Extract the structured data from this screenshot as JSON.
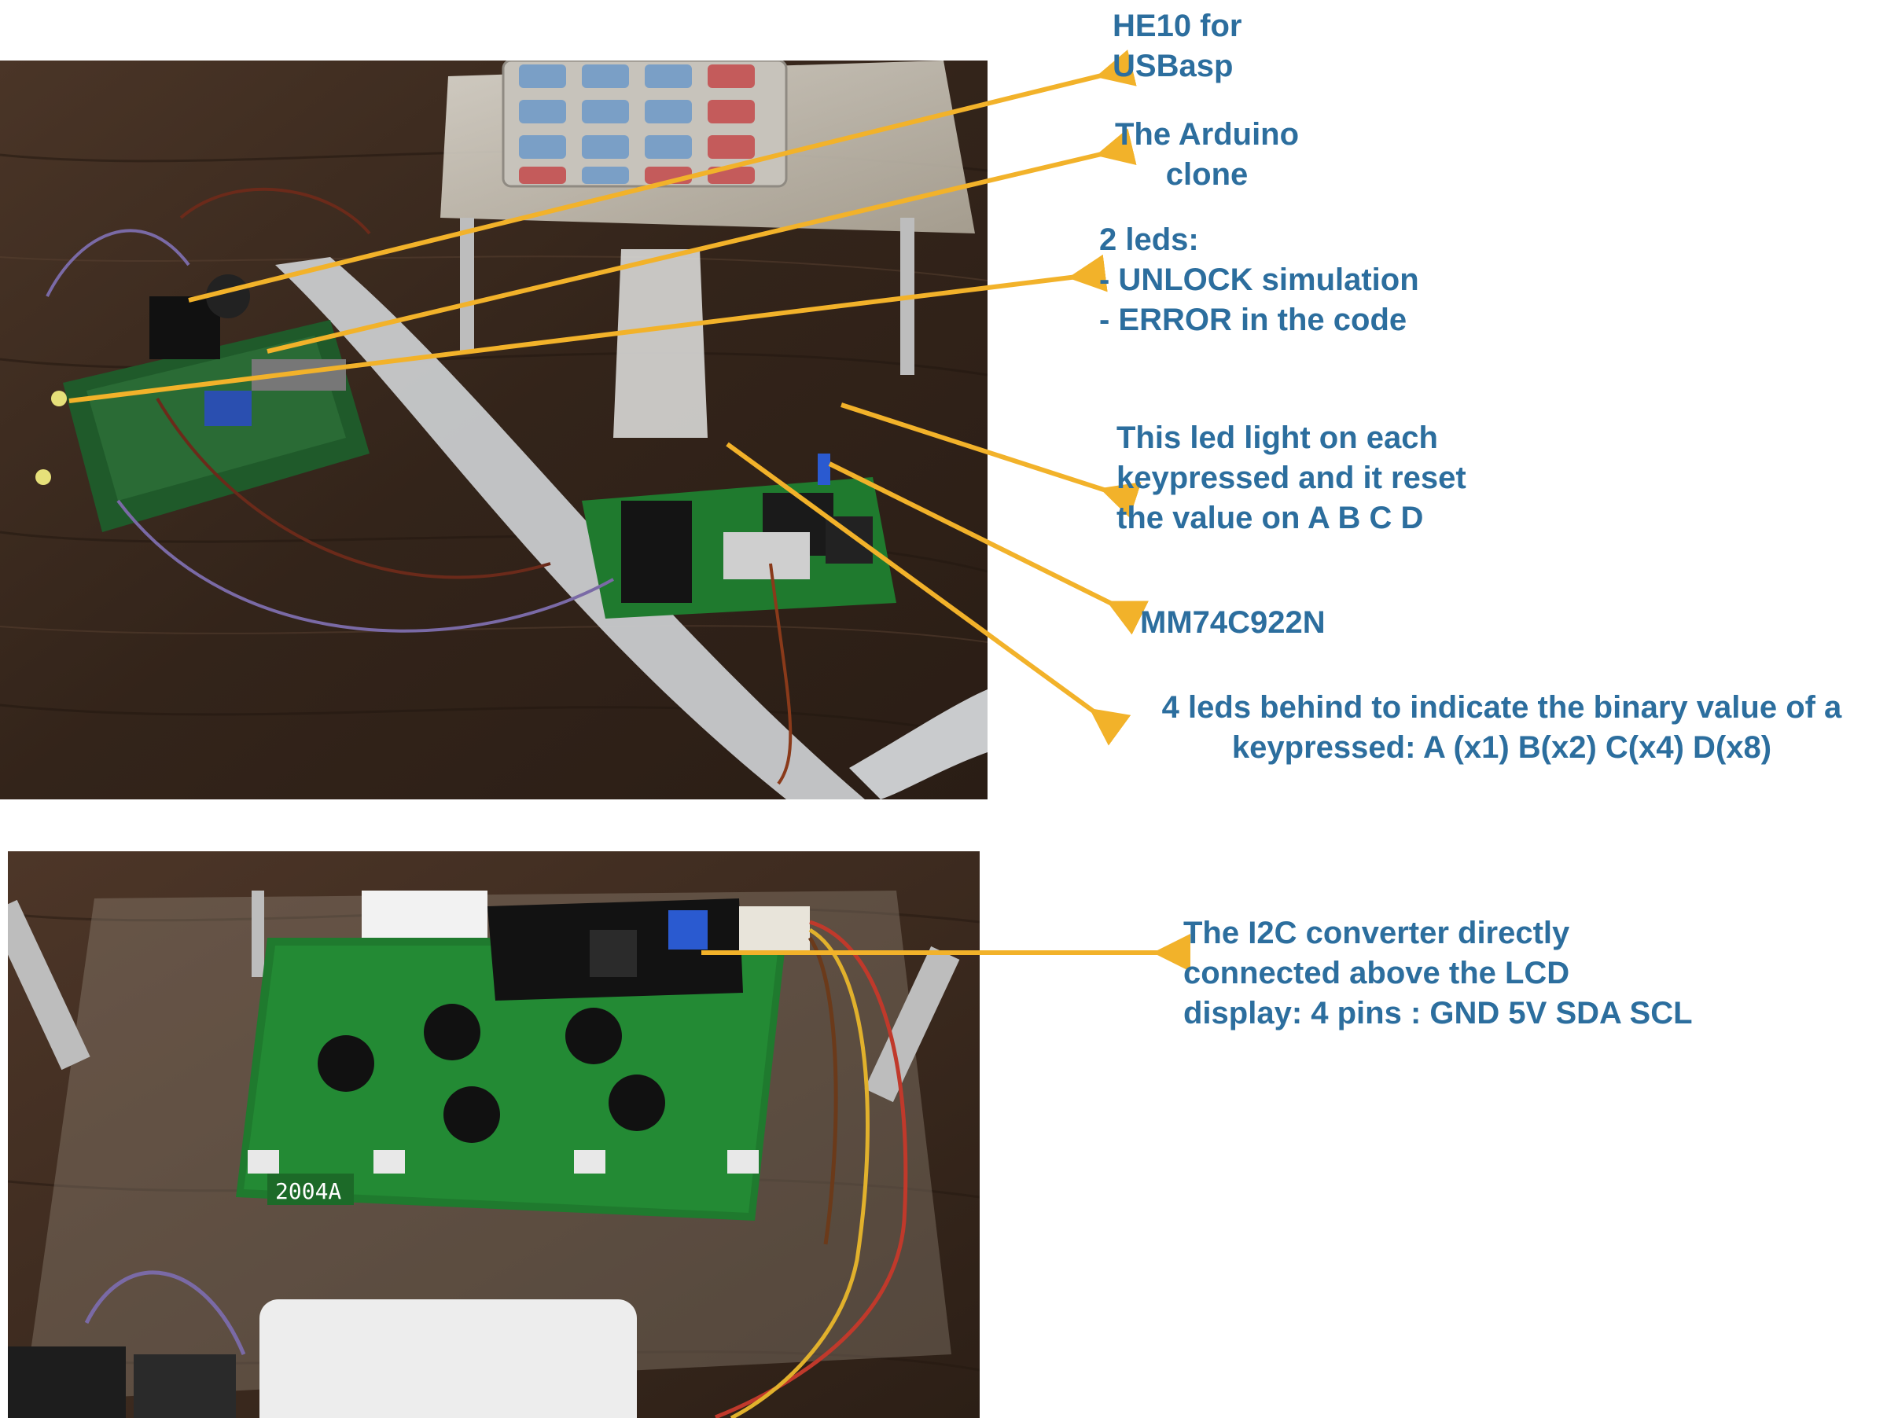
{
  "annotations": {
    "he10": [
      "HE10 for",
      "USBasp"
    ],
    "arduino": [
      "The Arduino",
      "clone"
    ],
    "leds": [
      "2 leds:",
      "- UNLOCK simulation",
      "- ERROR in the code"
    ],
    "keypress_led": [
      "This led light on each",
      "keypressed and it reset",
      "the value on A B C D"
    ],
    "chip": [
      "MM74C922N"
    ],
    "binary_leds": [
      "4 leds behind to indicate the binary value of a",
      "keypressed: A (x1) B(x2) C(x4) D(x8)"
    ],
    "i2c": [
      "The I2C converter directly",
      "connected above the LCD",
      "display: 4 pins : GND 5V SDA SCL"
    ]
  },
  "photo_text": {
    "lcd_model": "2004A"
  },
  "colors": {
    "annotation_text": "#2c6e9e",
    "arrow": "#f2b22a",
    "wood": "#3b2a1f",
    "pcb": "#1f7a2e",
    "ribbon_cable": "#c9cbcd"
  }
}
